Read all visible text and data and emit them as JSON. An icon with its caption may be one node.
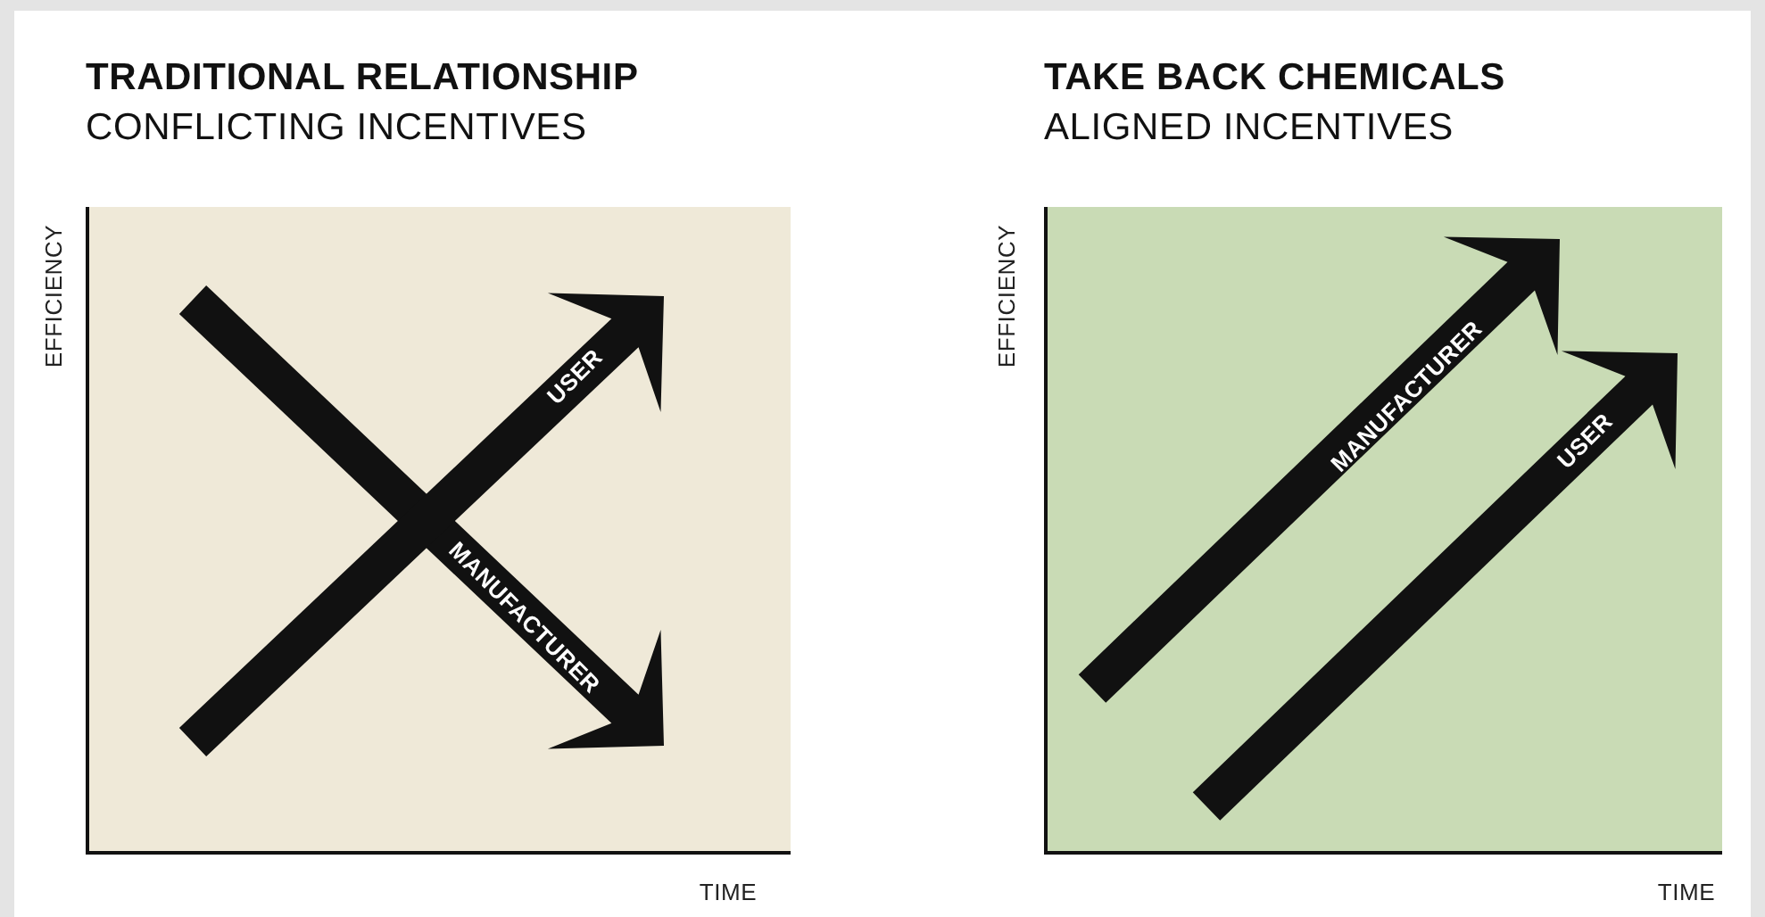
{
  "diagram": {
    "nodes": [
      {
        "text": [
          "TRADITIONAL RELATIONSHIP",
          "CONFLICTING INCENTIVES"
        ]
      },
      {
        "text": [
          "TAKE BACK CHEMICALS",
          "ALIGNED INCENTIVES"
        ]
      }
    ],
    "labels": [
      "EFFICIENCY",
      "USER",
      "MANUFACTURER",
      "TIME",
      "EFFICIENCY",
      "MANUFACTURER",
      "USER",
      "TIME"
    ]
  }
}
